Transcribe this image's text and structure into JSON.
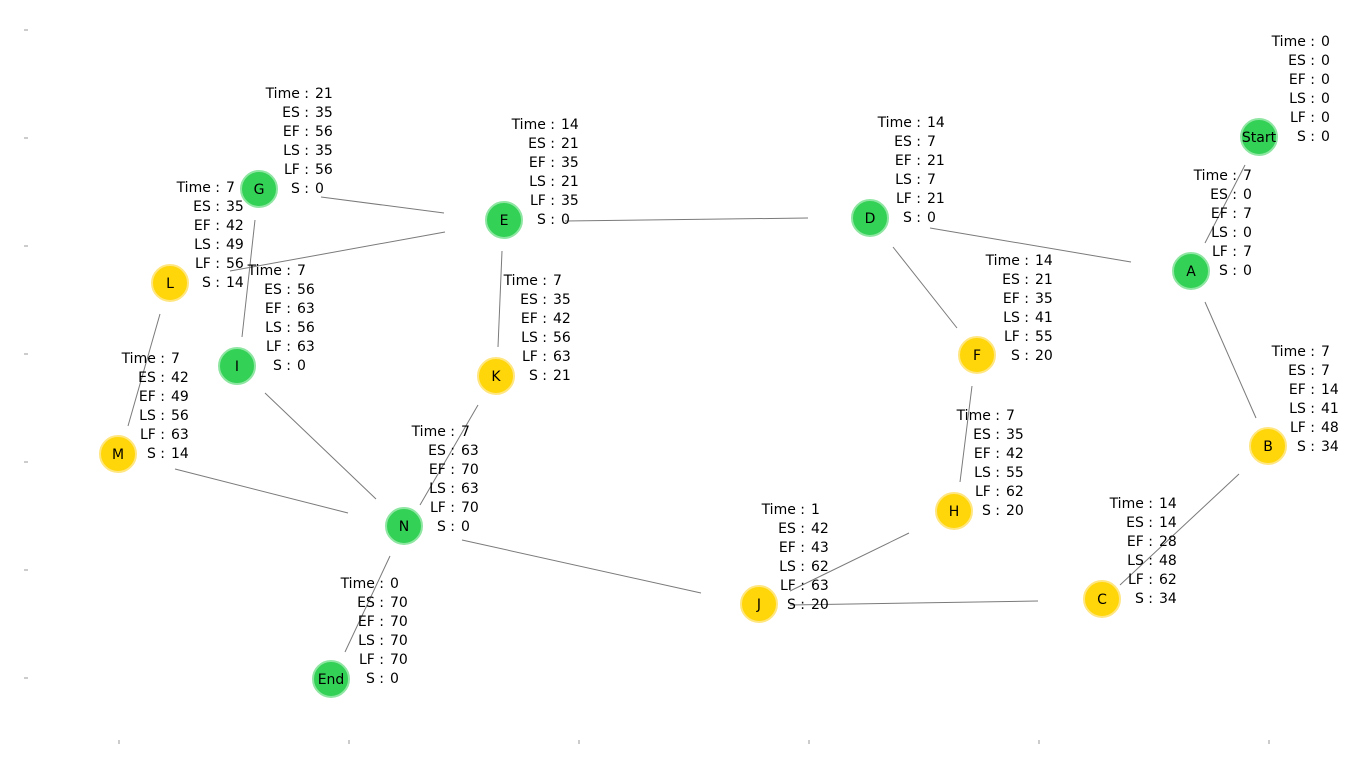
{
  "diagram": {
    "colors": {
      "critical": "#33d156",
      "noncritical": "#ffd60a",
      "edge": "#7a7a7a"
    },
    "field_labels": {
      "time": "Time :",
      "es": "ES :",
      "ef": "EF :",
      "ls": "LS :",
      "lf": "LF :",
      "s": "S :"
    },
    "nodes": [
      {
        "id": "Start",
        "time": 0,
        "es": 0,
        "ef": 0,
        "ls": 0,
        "lf": 0,
        "s": 0,
        "critical": true
      },
      {
        "id": "A",
        "time": 7,
        "es": 0,
        "ef": 7,
        "ls": 0,
        "lf": 7,
        "s": 0,
        "critical": true
      },
      {
        "id": "B",
        "time": 7,
        "es": 7,
        "ef": 14,
        "ls": 41,
        "lf": 48,
        "s": 34,
        "critical": false
      },
      {
        "id": "C",
        "time": 14,
        "es": 14,
        "ef": 28,
        "ls": 48,
        "lf": 62,
        "s": 34,
        "critical": false
      },
      {
        "id": "D",
        "time": 14,
        "es": 7,
        "ef": 21,
        "ls": 7,
        "lf": 21,
        "s": 0,
        "critical": true
      },
      {
        "id": "E",
        "time": 14,
        "es": 21,
        "ef": 35,
        "ls": 21,
        "lf": 35,
        "s": 0,
        "critical": true
      },
      {
        "id": "F",
        "time": 14,
        "es": 21,
        "ef": 35,
        "ls": 41,
        "lf": 55,
        "s": 20,
        "critical": false
      },
      {
        "id": "G",
        "time": 21,
        "es": 35,
        "ef": 56,
        "ls": 35,
        "lf": 56,
        "s": 0,
        "critical": true
      },
      {
        "id": "H",
        "time": 7,
        "es": 35,
        "ef": 42,
        "ls": 55,
        "lf": 62,
        "s": 20,
        "critical": false
      },
      {
        "id": "I",
        "time": 7,
        "es": 56,
        "ef": 63,
        "ls": 56,
        "lf": 63,
        "s": 0,
        "critical": true
      },
      {
        "id": "J",
        "time": 1,
        "es": 42,
        "ef": 43,
        "ls": 62,
        "lf": 63,
        "s": 20,
        "critical": false
      },
      {
        "id": "K",
        "time": 7,
        "es": 35,
        "ef": 42,
        "ls": 56,
        "lf": 63,
        "s": 21,
        "critical": false
      },
      {
        "id": "L",
        "time": 7,
        "es": 35,
        "ef": 42,
        "ls": 49,
        "lf": 56,
        "s": 14,
        "critical": false
      },
      {
        "id": "M",
        "time": 7,
        "es": 42,
        "ef": 49,
        "ls": 56,
        "lf": 63,
        "s": 14,
        "critical": false
      },
      {
        "id": "N",
        "time": 7,
        "es": 63,
        "ef": 70,
        "ls": 63,
        "lf": 70,
        "s": 0,
        "critical": true
      },
      {
        "id": "End",
        "time": 0,
        "es": 70,
        "ef": 70,
        "ls": 70,
        "lf": 70,
        "s": 0,
        "critical": true
      }
    ],
    "edges": [
      [
        "Start",
        "A"
      ],
      [
        "A",
        "B"
      ],
      [
        "A",
        "D"
      ],
      [
        "B",
        "C"
      ],
      [
        "C",
        "J"
      ],
      [
        "D",
        "E"
      ],
      [
        "D",
        "F"
      ],
      [
        "F",
        "H"
      ],
      [
        "H",
        "J"
      ],
      [
        "E",
        "G"
      ],
      [
        "E",
        "K"
      ],
      [
        "E",
        "L"
      ],
      [
        "G",
        "I"
      ],
      [
        "L",
        "M"
      ],
      [
        "I",
        "N"
      ],
      [
        "K",
        "N"
      ],
      [
        "M",
        "N"
      ],
      [
        "J",
        "N"
      ],
      [
        "N",
        "End"
      ]
    ]
  }
}
